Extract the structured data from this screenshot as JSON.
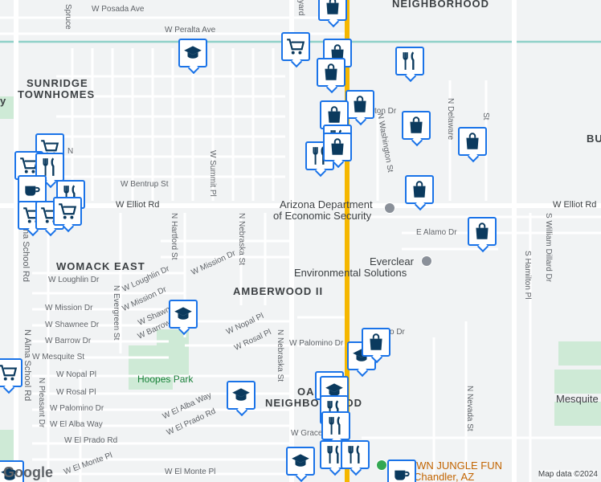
{
  "neighborhoods": {
    "sunridge_1": "SUNRIDGE",
    "sunridge_2": "TOWNHOMES",
    "womack": "WOMACK EAST",
    "amberwood": "AMBERWOOD II",
    "neighborhood_top": "NEIGHBORHOOD",
    "oak_1": "OAK",
    "oak_2": "NEIGHBORHOOD",
    "bu": "BU"
  },
  "places": {
    "des_1": "Arizona Department",
    "des_2": "of Economic Security",
    "env_1": "Everclear",
    "env_2": "Environmental Solutions",
    "park": "Hoopes Park",
    "jungle_1": "OWN JUNGLE FUN",
    "jungle_2": "| Chandler, AZ",
    "mesquite": "Mesquite High"
  },
  "streets": {
    "posada": "W Posada Ave",
    "peralta": "W Peralta Ave",
    "spruce": "Spruce",
    "yard": "yard",
    "bentrup": "W Bentrup St",
    "elliot_left": "W Elliot Rd",
    "elliot_right": "W Elliot Rd",
    "summit": "W Summit Pl",
    "hartford": "N Hartford St",
    "nebraska_top": "N Nebraska St",
    "mission1": "W Mission Dr",
    "loughlin": "W Loughlin Dr",
    "mission2": "W Mission Dr",
    "mission3": "W Mission Dr",
    "shawnee1": "W Shawnee Dr",
    "shawnee2": "W Shawnee",
    "barrow1": "W Barrow Dr",
    "barrow2": "W Barrow",
    "mesquite": "W Mesquite St",
    "nopal1": "W Nopal Pl",
    "nopal2": "W Nopal Pl",
    "rosal1": "W Rosal Pl",
    "rosal2": "W Rosal Pl",
    "palomino1": "W Palomino Dr",
    "palomino2": "W Palomino Dr",
    "alba1": "W El Alba Way",
    "alba2": "W El Alba Way",
    "prado1": "W El Prado Rd",
    "prado2": "W El Prado Rd",
    "monte1": "W El Monte Pl",
    "monte2": "W El Monte Pl",
    "grace": "W Grace",
    "evergreen": "N Evergreen St",
    "nebraska_low": "N Nebraska St",
    "pleasant": "N Pleasant Dr",
    "alma": "N Alma School Rd",
    "alma2": "na School Rd",
    "washington": "N Washington St",
    "delaware": "N Delaware",
    "st": "St",
    "alamo": "E Alamo Dr",
    "william": "S William Dillard Dr",
    "hamilton": "S Hamilton Pl",
    "nevada": "N Nevada St",
    "ton": "ton Dr",
    "o_dr": "o Dr",
    "n": "N",
    "y": "y"
  },
  "pins": [
    {
      "type": "shopping",
      "name": "shopping-pin"
    },
    {
      "type": "school",
      "name": "school-pin"
    },
    {
      "type": "cart",
      "name": "grocery-pin"
    },
    {
      "type": "shopping",
      "name": "shopping-pin"
    },
    {
      "type": "shopping",
      "name": "shopping-pin"
    },
    {
      "type": "restaurant",
      "name": "restaurant-pin"
    },
    {
      "type": "shopping",
      "name": "shopping-pin"
    },
    {
      "type": "shopping",
      "name": "shopping-pin"
    },
    {
      "type": "shopping",
      "name": "shopping-pin"
    },
    {
      "type": "restaurant",
      "name": "restaurant-pin"
    },
    {
      "type": "shopping",
      "name": "shopping-pin"
    },
    {
      "type": "restaurant",
      "name": "restaurant-pin"
    },
    {
      "type": "shopping",
      "name": "shopping-pin"
    },
    {
      "type": "shopping",
      "name": "shopping-pin"
    },
    {
      "type": "shopping",
      "name": "shopping-pin"
    },
    {
      "type": "school",
      "name": "school-pin"
    },
    {
      "type": "shopping",
      "name": "shopping-pin"
    },
    {
      "type": "school",
      "name": "school-pin"
    },
    {
      "type": "school",
      "name": "school-pin"
    },
    {
      "type": "shopping",
      "name": "shopping-pin"
    },
    {
      "type": "school",
      "name": "school-pin"
    },
    {
      "type": "restaurant",
      "name": "restaurant-pin"
    },
    {
      "type": "restaurant",
      "name": "restaurant-pin"
    },
    {
      "type": "school",
      "name": "school-pin"
    },
    {
      "type": "restaurant",
      "name": "restaurant-pin"
    },
    {
      "type": "restaurant",
      "name": "restaurant-pin"
    },
    {
      "type": "cafe",
      "name": "cafe-pin"
    },
    {
      "type": "cart",
      "name": "grocery-pin"
    },
    {
      "type": "cart",
      "name": "grocery-pin"
    },
    {
      "type": "restaurant",
      "name": "restaurant-pin"
    },
    {
      "type": "cafe",
      "name": "cafe-pin"
    },
    {
      "type": "restaurant",
      "name": "restaurant-pin"
    },
    {
      "type": "cart",
      "name": "grocery-pin"
    },
    {
      "type": "cart",
      "name": "grocery-pin"
    },
    {
      "type": "cart",
      "name": "grocery-pin"
    },
    {
      "type": "cart",
      "name": "grocery-pin"
    },
    {
      "type": "school",
      "name": "school-pin"
    }
  ],
  "attribution": {
    "logo": "Google",
    "data": "Map data ©2024"
  },
  "colors": {
    "pin_border": "#1a73e8",
    "pin_icon": "#0b3a5e",
    "arterial": "#f5b700",
    "road": "#ffffff",
    "canal": "#8fd1c8",
    "park": "#ceead6"
  }
}
